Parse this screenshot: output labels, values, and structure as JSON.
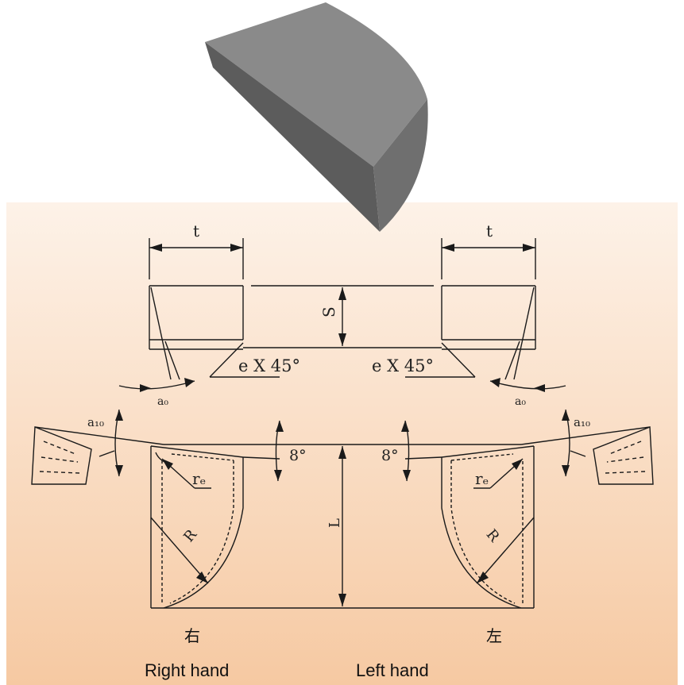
{
  "labels": {
    "t_left": "t",
    "t_right": "t",
    "s": "S",
    "chamfer_left": "e X 45°",
    "chamfer_right": "e X 45°",
    "a0_left": "a₀",
    "a0_right": "a₀",
    "a10_left": "a₁₀",
    "a10_right": "a₁₀",
    "deg8_left": "8°",
    "deg8_right": "8°",
    "re_left": "rₑ",
    "re_right": "rₑ",
    "r_left": "R",
    "r_right": "R",
    "l": "L"
  },
  "captions": {
    "right_cn": "右",
    "right_en": "Right hand",
    "left_cn": "左",
    "left_en": "Left hand"
  },
  "colors": {
    "gradient_top": "#fdf2e8",
    "gradient_bottom": "#f6c9a2",
    "insert_top": "#8c8c8c",
    "insert_side": "#5a5a5a",
    "insert_front": "#6e6e6e",
    "line": "#1a1a1a"
  }
}
